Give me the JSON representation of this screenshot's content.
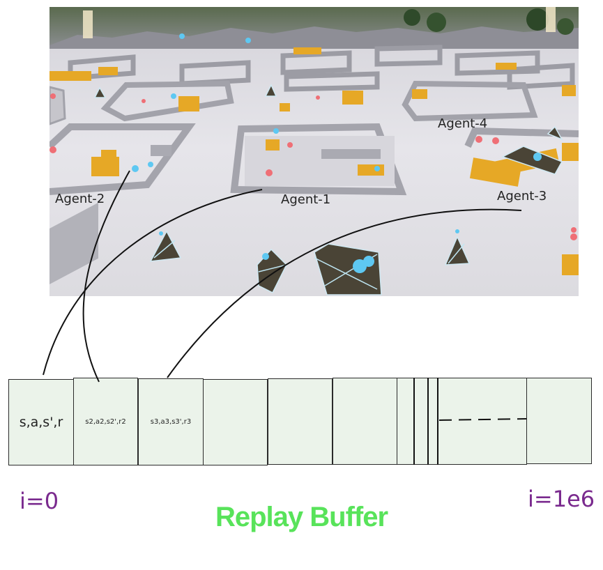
{
  "scene": {
    "agents": [
      {
        "id": "agent-1",
        "label": "Agent-1"
      },
      {
        "id": "agent-2",
        "label": "Agent-2"
      },
      {
        "id": "agent-3",
        "label": "Agent-3"
      },
      {
        "id": "agent-4",
        "label": "Agent-4"
      }
    ]
  },
  "buffer": {
    "cells": [
      {
        "text": "s,a,s',r"
      },
      {
        "text": "s2,a2,s2',r2"
      },
      {
        "text": "s3,a3,s3',r3"
      },
      {
        "text": ""
      },
      {
        "text": ""
      },
      {
        "text": ""
      },
      {
        "text": ""
      }
    ],
    "start_index": "i=0",
    "end_index": "i=1e6",
    "title": "Replay Buffer"
  },
  "colors": {
    "cell_fill": "#ebf3ea",
    "index_text": "#7a2a8e",
    "title_text": "#58e35a",
    "floor": "#e4e2e6",
    "wall": "#9c9ca4",
    "box": "#e6a826",
    "ramp": "#4a4436",
    "glow_blue": "#5ec8f2",
    "glow_red": "#ef6f76"
  }
}
